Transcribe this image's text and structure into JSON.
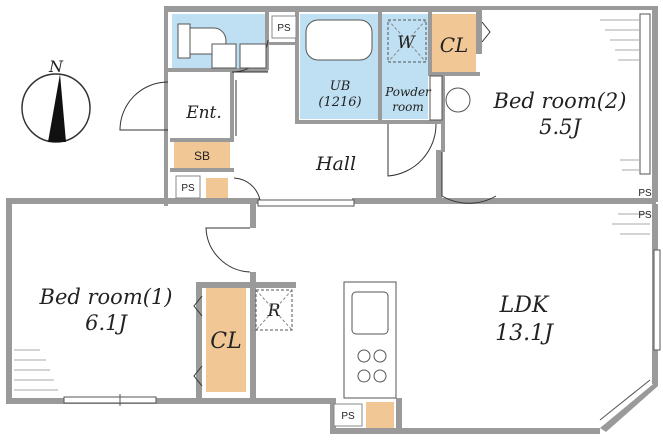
{
  "compass": {
    "north_label": "N"
  },
  "rooms": {
    "entrance": "Ent.",
    "shoe_box": "SB",
    "hall": "Hall",
    "unit_bath_line1": "UB",
    "unit_bath_line2": "(1216)",
    "powder_line1": "Powder",
    "powder_line2": "room",
    "washer": "W",
    "closet_top": "CL",
    "bedroom2_name": "Bed room(2)",
    "bedroom2_size": "5.5J",
    "bedroom1_name": "Bed room(1)",
    "bedroom1_size": "6.1J",
    "closet_left": "CL",
    "refrigerator": "R",
    "ldk_name": "LDK",
    "ldk_size": "13.1J"
  },
  "pipe_spaces": [
    "PS",
    "PS",
    "PS",
    "PS",
    "PS"
  ],
  "colors": {
    "wet_area": "#bfe0f2",
    "storage": "#f2c796",
    "wall": "#9a9a9a"
  }
}
